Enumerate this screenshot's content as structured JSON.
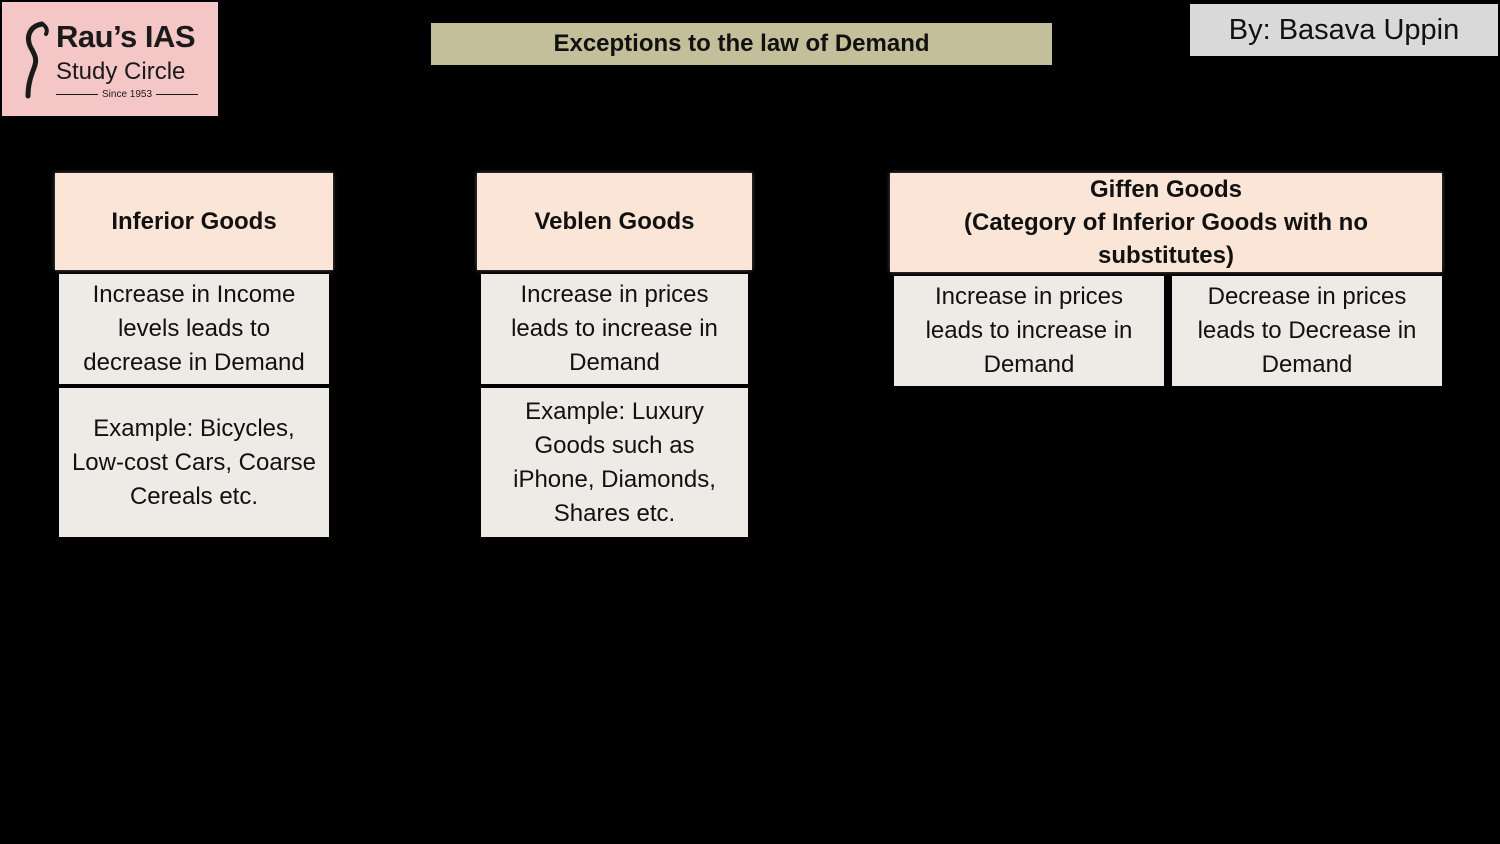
{
  "logo": {
    "title": "Rau’s IAS",
    "subtitle": "Study Circle",
    "since": "Since 1953",
    "background_color": "#f4c6c6"
  },
  "title": "Exceptions to the law of Demand",
  "author": "By: Basava Uppin",
  "categories": [
    {
      "header": [
        "Inferior Goods"
      ],
      "boxes": [
        [
          "Increase in Income",
          "levels leads to",
          "decrease in Demand"
        ],
        [
          "Example: Bicycles,",
          "Low-cost Cars, Coarse",
          "Cereals etc."
        ]
      ]
    },
    {
      "header": [
        "Veblen Goods"
      ],
      "boxes": [
        [
          "Increase in prices",
          "leads to increase in",
          "Demand"
        ],
        [
          "Example: Luxury",
          "Goods such as",
          "iPhone, Diamonds,",
          "Shares etc."
        ]
      ]
    },
    {
      "header": [
        "Giffen Goods",
        "(Category of Inferior Goods with no",
        "substitutes)"
      ],
      "boxes": [
        [
          "Increase in prices",
          "leads to increase in",
          "Demand"
        ],
        [
          "Decrease in prices",
          "leads to Decrease in",
          "Demand"
        ]
      ]
    }
  ],
  "colors": {
    "background": "#000000",
    "header_fill": "#fbe5d6",
    "body_fill": "#eeebe6",
    "title_fill": "#c3bf9a",
    "author_fill": "#d9d9d9"
  }
}
